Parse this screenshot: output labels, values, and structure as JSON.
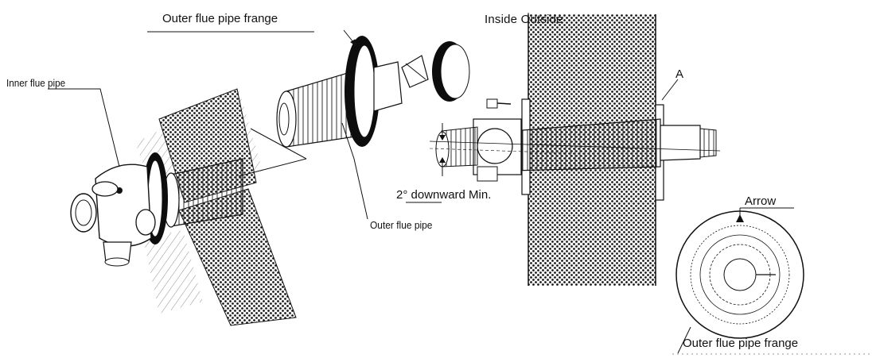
{
  "labels": {
    "inner_flue_pipe": "Inner flue pipe",
    "outer_flue_pipe_frange_top": "Outer flue pipe frange",
    "inside_outside": "Inside Outside",
    "a": "A",
    "downward_min": "2° downward Min.",
    "outer_flue_pipe": "Outer flue pipe",
    "arrow": "Arrow",
    "outer_flue_pipe_frange_bottom": "Outer flue pipe frange"
  },
  "colors": {
    "line": "#111111",
    "wall_dots": "#1a1a1a",
    "gasket": "#0d0d0d",
    "background": "#ffffff"
  }
}
